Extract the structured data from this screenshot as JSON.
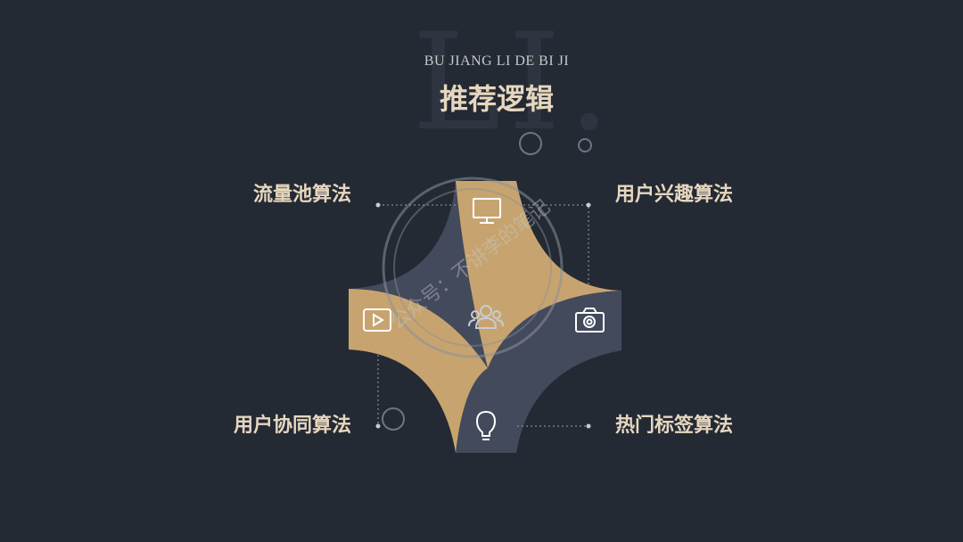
{
  "header": {
    "watermark_letters": "LI.",
    "subtitle": "BU JIANG LI DE BI JI",
    "title": "推荐逻辑"
  },
  "diagram": {
    "items": [
      {
        "label": "流量池算法",
        "icon": "monitor-icon"
      },
      {
        "label": "用户兴趣算法",
        "icon": "camera-icon"
      },
      {
        "label": "用户协同算法",
        "icon": "play-video-icon"
      },
      {
        "label": "热门标签算法",
        "icon": "lightbulb-icon"
      }
    ],
    "center_icon": "users-group-icon",
    "watermark_text": "公众号：不讲李的笔记"
  },
  "colors": {
    "background": "#242a34",
    "gold": "#c7a46f",
    "slate": "#434a5c",
    "label": "#e6d7bf"
  }
}
